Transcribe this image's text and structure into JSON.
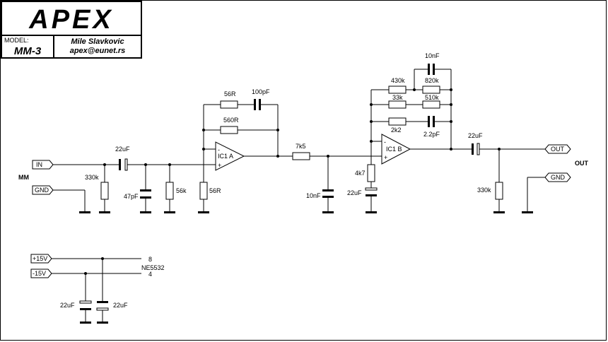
{
  "title_block": {
    "logo_text": "APEX",
    "model_label": "MODEL:",
    "model_value": "MM-3",
    "author_name": "Mile Slavkovic",
    "author_email": "apex@eunet.rs"
  },
  "ports": {
    "in": "IN",
    "gnd_in": "GND",
    "out": "OUT",
    "gnd_out": "GND",
    "vpos": "+15V",
    "vneg": "-15V"
  },
  "labels": {
    "mm": "MM",
    "out_side": "OUT",
    "ic1a": "IC1 A",
    "ic1b": "IC1 B",
    "pin8": "8",
    "pin4": "4",
    "opamp_part": "NE5532"
  },
  "components": {
    "c_in": "22uF",
    "r_330k_in": "330k",
    "c_47p": "47pF",
    "r_56k": "56k",
    "r_56r_gnd": "56R",
    "r_56r_fb": "56R",
    "c_100p": "100pF",
    "r_560r": "560R",
    "r_7k5": "7k5",
    "c_10n_mid": "10nF",
    "r_4k7": "4k7",
    "c_22u_b": "22uF",
    "c_10n_top": "10nF",
    "r_430k": "430k",
    "r_820k": "820k",
    "r_33k": "33k",
    "r_510k": "510k",
    "r_2k2": "2k2",
    "c_2p2": "2.2pF",
    "c_out": "22uF",
    "r_330k_out": "330k",
    "c_sup1": "22uF",
    "c_sup2": "22uF"
  }
}
